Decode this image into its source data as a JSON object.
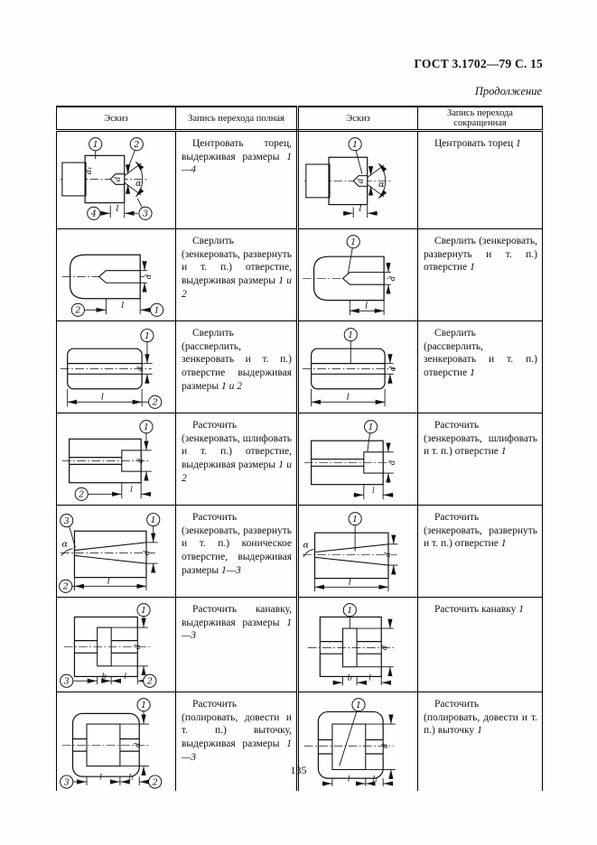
{
  "page": {
    "doc_ref": "ГОСТ 3.1702—79 С. 15",
    "continuation": "Продолжение",
    "page_number": "135"
  },
  "table": {
    "headers": [
      "Эскиз",
      "Запись перехода полная",
      "Эскиз",
      "Запись перехода сокращенная"
    ],
    "rows": [
      {
        "full": {
          "text": "Центровать торец, выдерживая размеры",
          "refs": "1—4"
        },
        "short": {
          "text": "Центровать торец",
          "refs": "1"
        },
        "skf": {
          "c1": "1",
          "c2": "2",
          "c3": "3",
          "c4": "4",
          "dim_d1": "d₁",
          "dim_d": "d",
          "dim_alpha": "α",
          "dim_l": "l"
        },
        "sks": {
          "c1": "1",
          "dim_d": "d",
          "dim_alpha": "α",
          "dim_l": "l"
        }
      },
      {
        "full": {
          "text": "Сверлить (зенкеровать, развернуть и т. п.) отверстие, выдерживая размеры",
          "refs": "1 и 2"
        },
        "short": {
          "text": "Сверлить (зенкеровать, развернуть и т. п.) отверстие",
          "refs": "1"
        },
        "skf": {
          "c1": "1",
          "c2": "2",
          "dim_d": "d",
          "dim_l": "l"
        },
        "sks": {
          "c1": "1",
          "dim_d": "d",
          "dim_l": "l"
        }
      },
      {
        "full": {
          "text": "Сверлить (рассверлить, зенкеровать и т. п.) отверстие выдерживая размеры",
          "refs": "1 и 2"
        },
        "short": {
          "text": "Сверлить (рассверлить, зенкеровать и т. п.) отверстие",
          "refs": "1"
        },
        "skf": {
          "c1": "1",
          "c2": "2",
          "dim_d": "d",
          "dim_l": "l"
        },
        "sks": {
          "c1": "1",
          "dim_d": "d",
          "dim_l": "l"
        }
      },
      {
        "full": {
          "text": "Расточить (зенкеровать, шлифовать и т. п.) отверстие, выдерживая размеры",
          "refs": "1 и 2"
        },
        "short": {
          "text": "Расточить (зенкеровать, шлифовать и т. п.) отверстие",
          "refs": "1"
        },
        "skf": {
          "c1": "1",
          "c2": "2",
          "dim_d": "d",
          "dim_l": "l"
        },
        "sks": {
          "c1": "1",
          "dim_d": "d",
          "dim_l": "l"
        }
      },
      {
        "full": {
          "text": "Расточить (зенкеровать, развернуть и т. п.) коническое отверстие, выдерживая размеры",
          "refs": "1—3"
        },
        "short": {
          "text": "Расточить (зенкеровать, развернуть и т. п.) отверстие",
          "refs": "1"
        },
        "skf": {
          "c1": "1",
          "c2": "2",
          "c3": "3",
          "dim_d": "d",
          "dim_alpha": "α",
          "dim_l": "l"
        },
        "sks": {
          "c1": "1",
          "dim_d": "d",
          "dim_alpha": "α",
          "dim_l": "l"
        }
      },
      {
        "full": {
          "text": "Расточить канавку, выдерживая размеры",
          "refs": "1—3"
        },
        "short": {
          "text": "Расточить канавку",
          "refs": "1"
        },
        "skf": {
          "c1": "1",
          "c2": "2",
          "c3": "3",
          "dim_d": "d",
          "dim_b": "b",
          "dim_l": "l"
        },
        "sks": {
          "c1": "1",
          "dim_d": "d",
          "dim_b": "b",
          "dim_l": "l"
        }
      },
      {
        "full": {
          "text": "Расточить (полировать, довести и т. п.) выточку, выдерживая размеры",
          "refs": "1—3"
        },
        "short": {
          "text": "Расточить (полировать, довести и т. п.) выточку",
          "refs": "1"
        },
        "skf": {
          "c1": "1",
          "c2": "2",
          "c3": "3",
          "dim_d": "d",
          "dim_l": "l",
          "dim_l1": "l₁"
        },
        "sks": {
          "c1": "1",
          "dim_d": "d",
          "dim_l": "l",
          "dim_l1": "l₁"
        }
      }
    ]
  }
}
